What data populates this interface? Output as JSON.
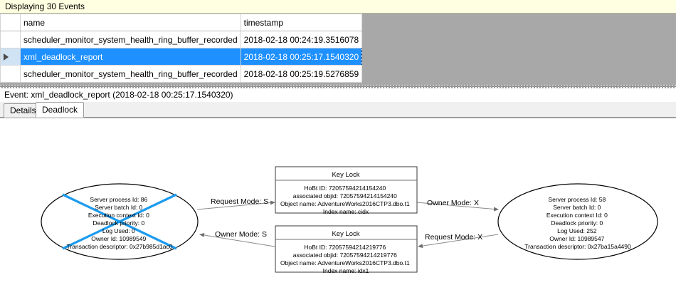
{
  "banner": {
    "text": "Displaying 30 Events"
  },
  "grid": {
    "columns": [
      "name",
      "timestamp"
    ],
    "rows": [
      {
        "selected": false,
        "name": "scheduler_monitor_system_health_ring_buffer_recorded",
        "timestamp": "2018-02-18 00:24:19.3516078"
      },
      {
        "selected": true,
        "name": "xml_deadlock_report",
        "timestamp": "2018-02-18 00:25:17.1540320"
      },
      {
        "selected": false,
        "name": "scheduler_monitor_system_health_ring_buffer_recorded",
        "timestamp": "2018-02-18 00:25:19.5276859"
      }
    ]
  },
  "event": {
    "label": "Event: xml_deadlock_report (2018-02-18 00:25:17.1540320)"
  },
  "tabs": [
    {
      "id": "details",
      "label": "Details",
      "active": false
    },
    {
      "id": "deadlock",
      "label": "Deadlock",
      "active": true
    }
  ],
  "colors": {
    "banner_bg": "#FFFFE1",
    "selection_blue": "#1E90FF",
    "row_header_blue": "#CFE3F4",
    "grid_empty_gray": "#A8A8A8",
    "victim_cross": "#1C9BEF",
    "node_stroke": "#000000"
  },
  "deadlock_graph": {
    "type": "deadlock-graph",
    "process_nodes": [
      {
        "id": "process-left",
        "victim": true,
        "lines": [
          "Server process Id: 86",
          "Server batch Id: 0",
          "Execution context Id: 0",
          "Deadlock priority: 0",
          "Log Used: 0",
          "Owner Id: 10989549",
          "Transaction descriptor: 0x27b985d1ac0"
        ]
      },
      {
        "id": "process-right",
        "victim": false,
        "lines": [
          "Server process Id: 58",
          "Server batch Id: 0",
          "Execution context Id: 0",
          "Deadlock priority: 0",
          "Log Used: 252",
          "Owner Id: 10989547",
          "Transaction descriptor: 0x27ba15a4490"
        ]
      }
    ],
    "resource_nodes": [
      {
        "id": "keylock-top",
        "title": "Key Lock",
        "lines": [
          "HoBt ID: 72057594214154240",
          "associated objid: 72057594214154240",
          "Object name: AdventureWorks2016CTP3.dbo.t1",
          "Index name: cidx"
        ]
      },
      {
        "id": "keylock-bottom",
        "title": "Key Lock",
        "lines": [
          "HoBt ID: 72057594214219776",
          "associated objid: 72057594214219776",
          "Object name: AdventureWorks2016CTP3.dbo.t1",
          "Index name: idx1"
        ]
      }
    ],
    "edges": [
      {
        "id": "edge-left-request-top",
        "label": "Request Mode: S",
        "from": "process-left",
        "to": "keylock-top"
      },
      {
        "id": "edge-top-owner-right",
        "label": "Owner Mode: X",
        "from": "keylock-top",
        "to": "process-right"
      },
      {
        "id": "edge-bottom-owner-left",
        "label": "Owner Mode: S",
        "from": "keylock-bottom",
        "to": "process-left"
      },
      {
        "id": "edge-right-request-bottom",
        "label": "Request Mode: X",
        "from": "process-right",
        "to": "keylock-bottom"
      }
    ]
  }
}
